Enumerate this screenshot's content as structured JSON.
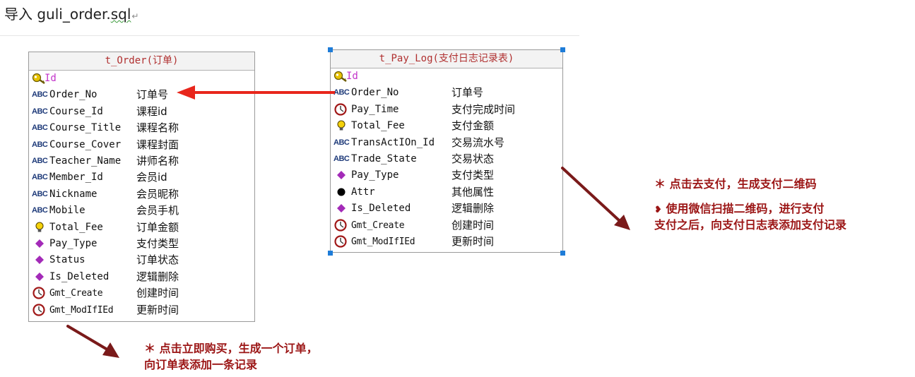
{
  "heading": {
    "prefix": "导入 guli_order.",
    "underlined": "sql"
  },
  "order_table": {
    "title": "t_Order(订单)",
    "rows": [
      {
        "field": "Id",
        "comment": "",
        "icon": "key"
      },
      {
        "field": "Order_No",
        "comment": "订单号",
        "icon": "abc"
      },
      {
        "field": "Course_Id",
        "comment": "课程id",
        "icon": "abc"
      },
      {
        "field": "Course_Title",
        "comment": "课程名称",
        "icon": "abc"
      },
      {
        "field": "Course_Cover",
        "comment": "课程封面",
        "icon": "abc"
      },
      {
        "field": "Teacher_Name",
        "comment": "讲师名称",
        "icon": "abc"
      },
      {
        "field": "Member_Id",
        "comment": "会员id",
        "icon": "abc"
      },
      {
        "field": "Nickname",
        "comment": "会员昵称",
        "icon": "abc"
      },
      {
        "field": "Mobile",
        "comment": "会员手机",
        "icon": "abc"
      },
      {
        "field": "Total_Fee",
        "comment": "订单金额",
        "icon": "bulb"
      },
      {
        "field": "Pay_Type",
        "comment": "支付类型",
        "icon": "diamond"
      },
      {
        "field": "Status",
        "comment": "订单状态",
        "icon": "diamond"
      },
      {
        "field": "Is_Deleted",
        "comment": "逻辑删除",
        "icon": "diamond"
      },
      {
        "field": "Gmt_Create",
        "comment": "创建时间",
        "icon": "clock"
      },
      {
        "field": "Gmt_ModIfIEd",
        "comment": "更新时间",
        "icon": "clock"
      }
    ]
  },
  "paylog_table": {
    "title": "t_Pay_Log(支付日志记录表)",
    "rows": [
      {
        "field": "Id",
        "comment": "",
        "icon": "key"
      },
      {
        "field": "Order_No",
        "comment": "订单号",
        "icon": "abc"
      },
      {
        "field": "Pay_Time",
        "comment": "支付完成时间",
        "icon": "clock"
      },
      {
        "field": "Total_Fee",
        "comment": "支付金额",
        "icon": "bulb"
      },
      {
        "field": "TransActIOn_Id",
        "comment": "交易流水号",
        "icon": "abc"
      },
      {
        "field": "Trade_State",
        "comment": "交易状态",
        "icon": "abc"
      },
      {
        "field": "Pay_Type",
        "comment": "支付类型",
        "icon": "diamond"
      },
      {
        "field": "Attr",
        "comment": "其他属性",
        "icon": "dot"
      },
      {
        "field": "Is_Deleted",
        "comment": "逻辑删除",
        "icon": "diamond"
      },
      {
        "field": "Gmt_Create",
        "comment": "创建时间",
        "icon": "clock"
      },
      {
        "field": "Gmt_ModIfIEd",
        "comment": "更新时间",
        "icon": "clock"
      }
    ]
  },
  "notes": {
    "pay_line1": "＊ 点击去支付，生成支付二维码",
    "pay_line2": "使用微信扫描二维码，进行支付",
    "pay_line3": "支付之后，向支付日志表添加支付记录",
    "order_line1": "＊ 点击立即购买，生成一个订单，",
    "order_line2": "向订单表添加一条记录"
  },
  "colors": {
    "note": "#9b1515",
    "arrow": "#e8261c",
    "pointer": "#7a1a1a",
    "title": "#b03030",
    "handle": "#1e7cd8"
  }
}
